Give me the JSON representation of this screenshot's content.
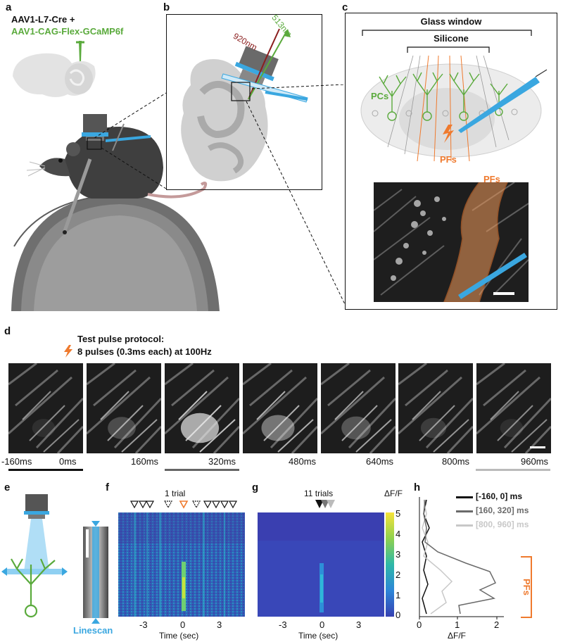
{
  "panels": {
    "a": {
      "letter": "a",
      "line1": "AAV1-L7-Cre +",
      "line2": "AAV1-CAG-Flex-GCaMP6f"
    },
    "b": {
      "letter": "b",
      "wave1": "513nm",
      "wave2": "920nm"
    },
    "c": {
      "letter": "c",
      "glass": "Glass window",
      "silicone": "Silicone",
      "pcs": "PCs",
      "pfs": "PFs",
      "pfs2": "PFs"
    },
    "d": {
      "letter": "d",
      "protocol_title": "Test pulse protocol:",
      "protocol_detail": "8 pulses (0.3ms each) at 100Hz",
      "times": [
        "-160ms",
        "0ms",
        "160ms",
        "320ms",
        "480ms",
        "640ms",
        "800ms",
        "960ms"
      ]
    },
    "e": {
      "letter": "e",
      "linescan": "Linescan"
    },
    "f": {
      "letter": "f",
      "title": "1 trial",
      "xlabel": "Time (sec)",
      "xticks": [
        "-3",
        "0",
        "3"
      ]
    },
    "g": {
      "letter": "g",
      "title": "11 trials",
      "xlabel": "Time (sec)",
      "xticks": [
        "-3",
        "0",
        "3"
      ],
      "colorbar_label": "ΔF/F",
      "colorbar_ticks": [
        "5",
        "4",
        "3",
        "2",
        "1",
        "0"
      ]
    },
    "h": {
      "letter": "h",
      "legend": [
        "[-160, 0] ms",
        "[160, 320] ms",
        "[800, 960] ms"
      ],
      "xticks": [
        "0",
        "1",
        "2"
      ],
      "xlabel": "ΔF/F",
      "pfs": "PFs"
    }
  },
  "colors": {
    "green": "#5aaa3c",
    "orange": "#ef7a2e",
    "blue": "#3aa7e0",
    "dark_red": "#8b1e1e"
  }
}
